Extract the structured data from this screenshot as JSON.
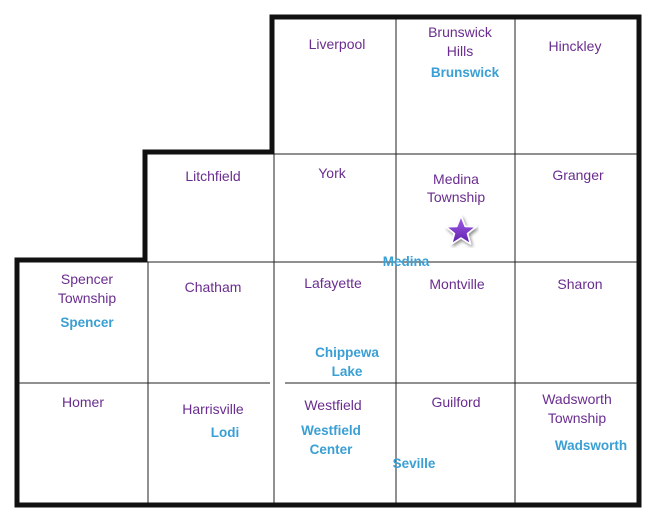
{
  "colors": {
    "township_label": "#6a2d8f",
    "municipality_label": "#3a9fd4",
    "border": "#111111",
    "grid": "#222222",
    "star_fill": "#7a2ecc"
  },
  "townships": {
    "liverpool": "Liverpool",
    "brunswick_hills_1": "Brunswick",
    "brunswick_hills_2": "Hills",
    "hinckley": "Hinckley",
    "litchfield": "Litchfield",
    "york": "York",
    "medina_township_1": "Medina",
    "medina_township_2": "Township",
    "granger": "Granger",
    "spencer_township_1": "Spencer",
    "spencer_township_2": "Township",
    "chatham": "Chatham",
    "lafayette": "Lafayette",
    "montville": "Montville",
    "sharon": "Sharon",
    "homer": "Homer",
    "harrisville": "Harrisville",
    "westfield": "Westfield",
    "guilford": "Guilford",
    "wadsworth_township_1": "Wadsworth",
    "wadsworth_township_2": "Township"
  },
  "municipalities": {
    "brunswick": "Brunswick",
    "medina": "Medina",
    "spencer": "Spencer",
    "chippewa_lake_1": "Chippewa",
    "chippewa_lake_2": "Lake",
    "lodi": "Lodi",
    "westfield_center_1": "Westfield",
    "westfield_center_2": "Center",
    "seville": "Seville",
    "wadsworth": "Wadsworth"
  },
  "marker_icon": "star-icon"
}
